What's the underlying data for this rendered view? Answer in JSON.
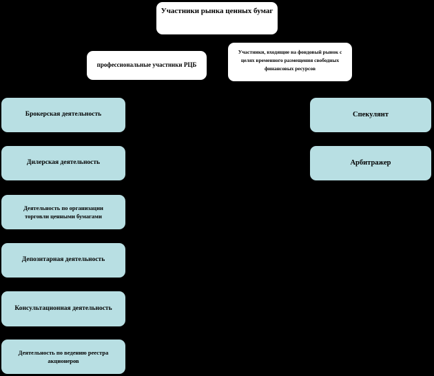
{
  "diagram": {
    "title": "Участники рынка ценных бумаг",
    "background_color": "#000000",
    "root": {
      "label": "Участники рынка ценных бумаг",
      "fill": "#ffffff"
    },
    "branches": [
      {
        "label": "профессиональные участники РЦБ",
        "fill": "#ffffff"
      },
      {
        "label": "Участники, входящие на фондовый рынок с целях временного размещения свободных финансовых ресурсов",
        "fill": "#ffffff"
      }
    ],
    "left_column": {
      "fill": "#b8dfe3",
      "items": [
        {
          "label": "Брокерская деятельность"
        },
        {
          "label": "Дилерская деятельность"
        },
        {
          "label": "Деятельность  по организации\nторговли ценными   бумагами"
        },
        {
          "label": "Депозитарная деятельность"
        },
        {
          "label": "Консультационная деятельность"
        },
        {
          "label": "Деятельность  по ведению реестра\nакционеров"
        }
      ]
    },
    "right_column": {
      "fill": "#b8dfe3",
      "items": [
        {
          "label": "Спекулянт"
        },
        {
          "label": "Арбитражер"
        }
      ]
    }
  }
}
